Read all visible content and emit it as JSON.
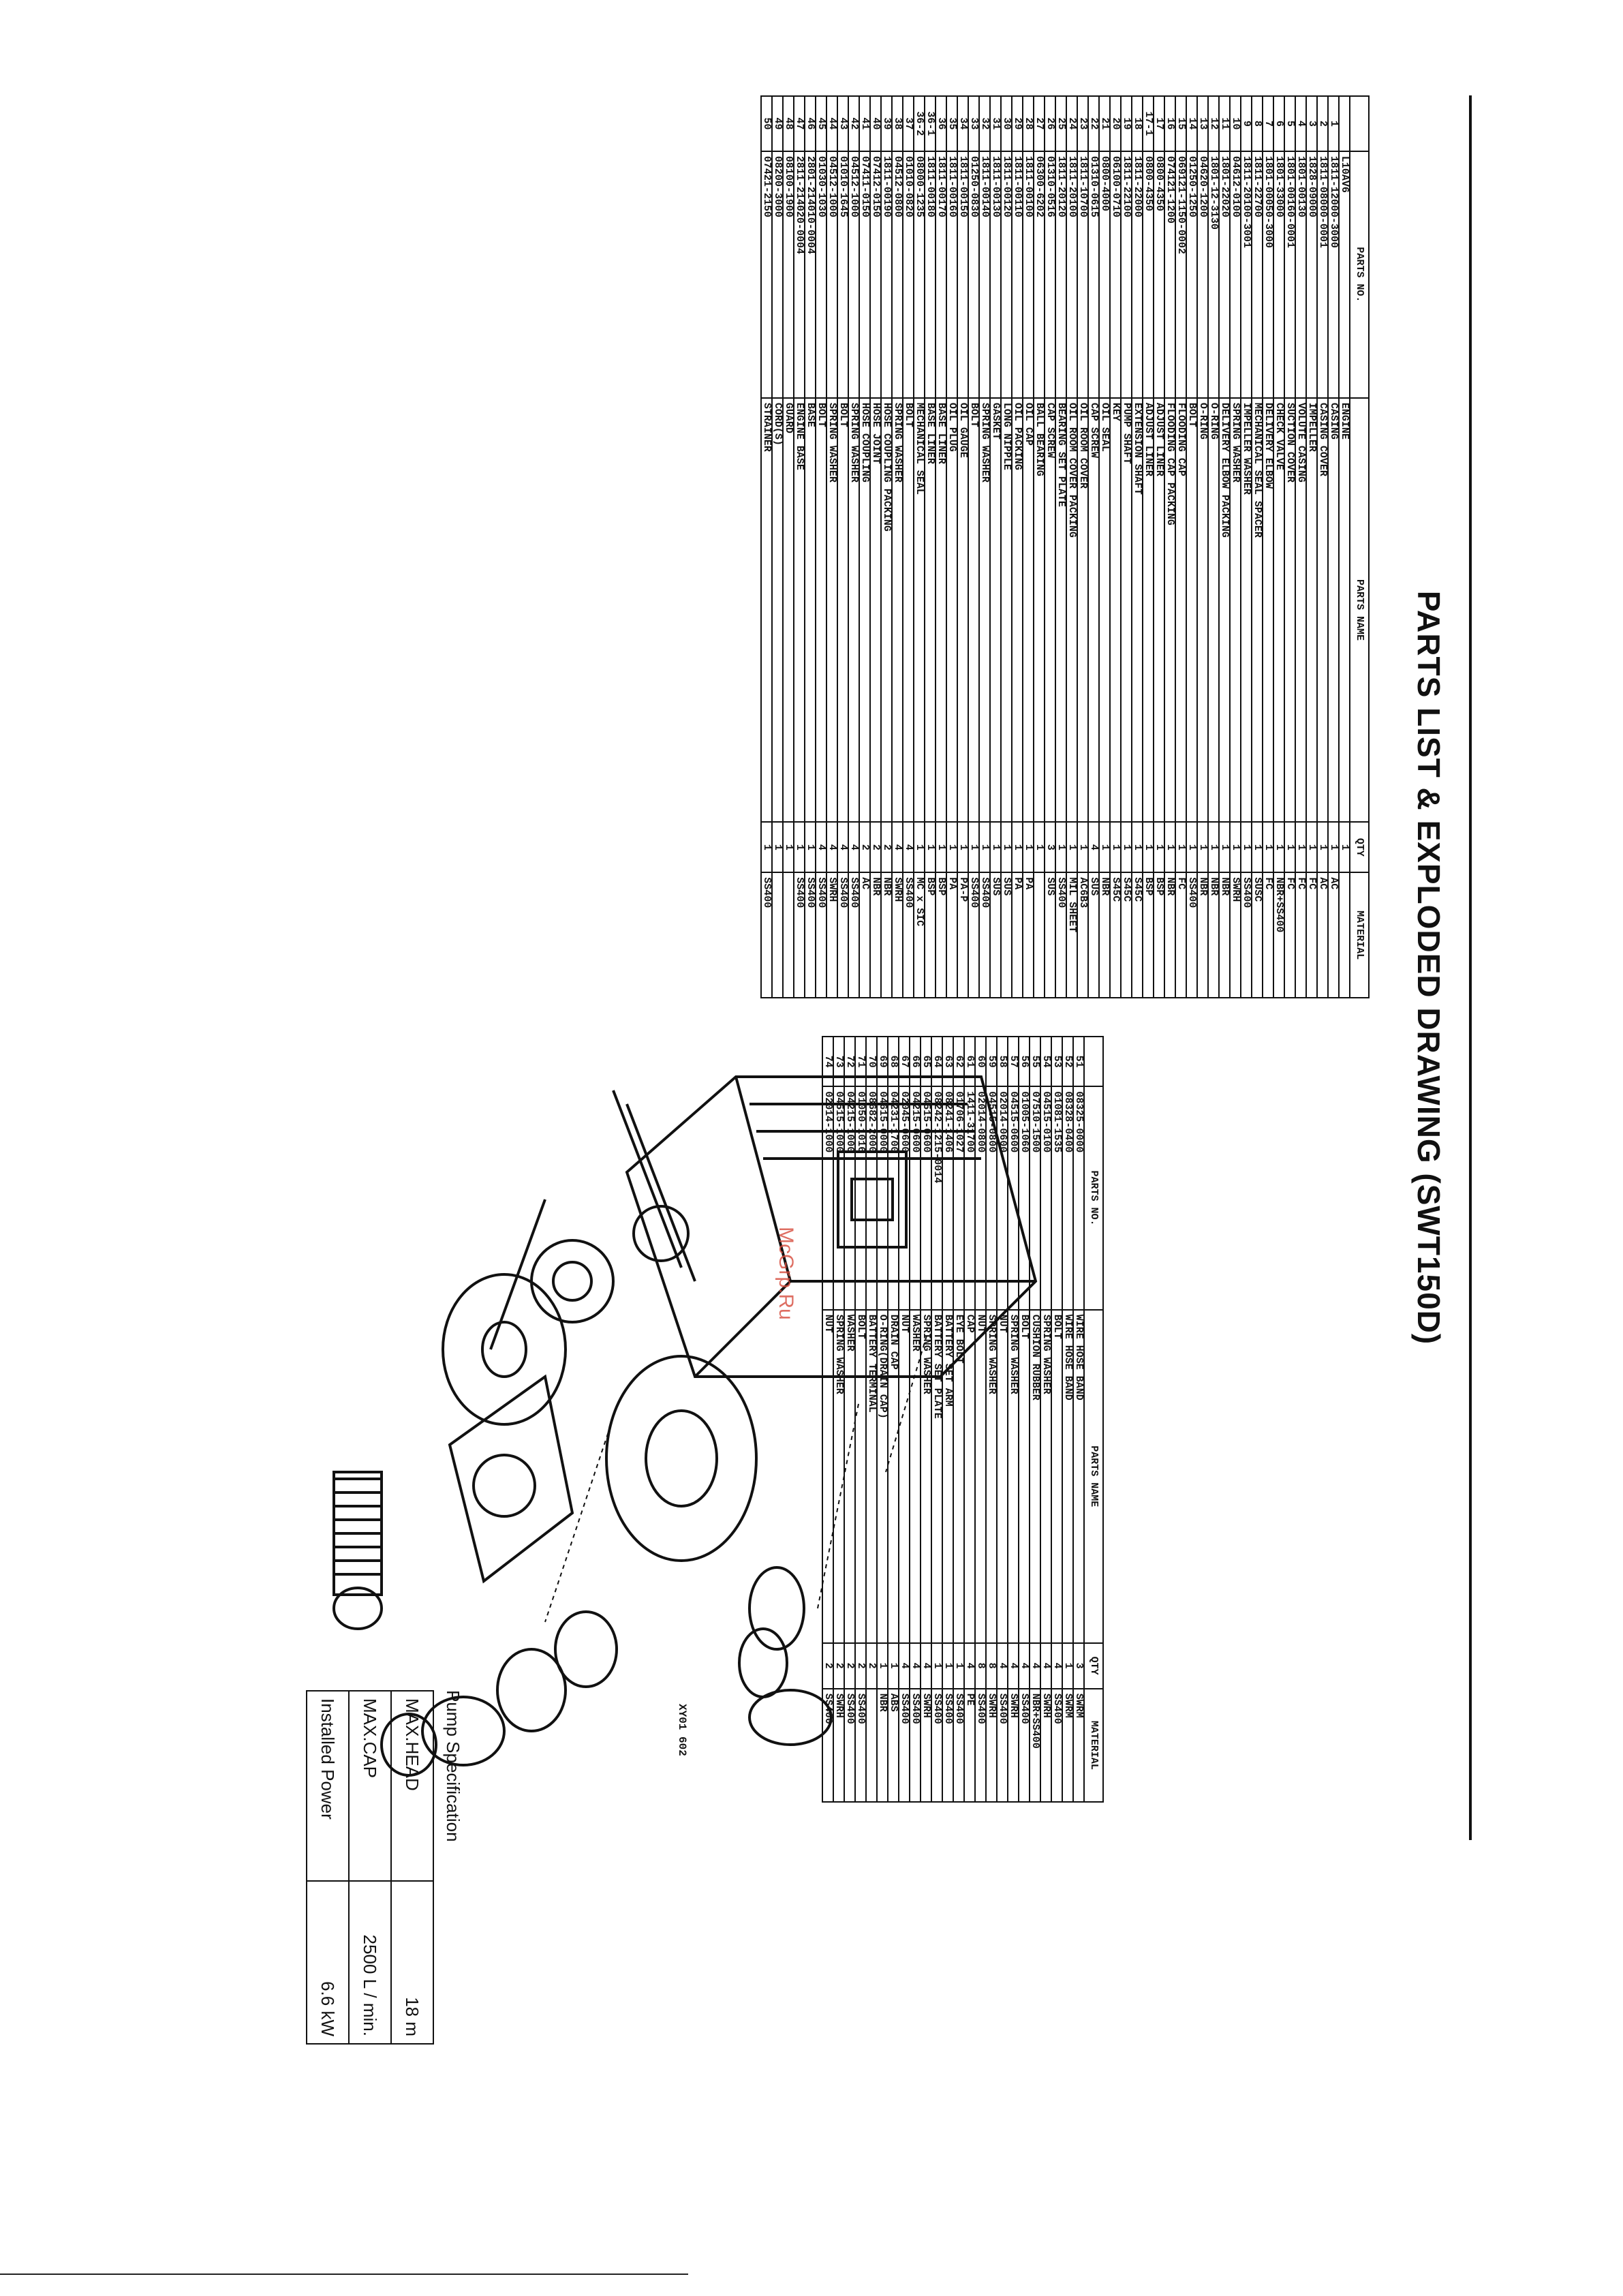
{
  "document": {
    "title": "PARTS LIST & EXPLODED DRAWING (SWT150D)",
    "drawing_code": "XY01 602",
    "watermark": "McGrp.Ru"
  },
  "table_headers": {
    "no": "",
    "part_no": "PARTS NO.",
    "part_name": "PARTS NAME",
    "qty": "QTY",
    "material": "MATERIAL"
  },
  "parts_left": [
    {
      "no": "",
      "part_no": "L10AV6",
      "name": "ENGINE",
      "qty": "1",
      "material": ""
    },
    {
      "no": "1",
      "part_no": "1811-12000-3000",
      "name": "CASING",
      "qty": "1",
      "material": "AC"
    },
    {
      "no": "2",
      "part_no": "1811-08000-0001",
      "name": "CASING COVER",
      "qty": "1",
      "material": "AC"
    },
    {
      "no": "3",
      "part_no": "1828-09000",
      "name": "IMPELLER",
      "qty": "1",
      "material": "FC"
    },
    {
      "no": "4",
      "part_no": "1801-00130",
      "name": "VOLUTE CASING",
      "qty": "1",
      "material": "FC"
    },
    {
      "no": "5",
      "part_no": "1801-00160-0001",
      "name": "SUCTION COVER",
      "qty": "1",
      "material": "FC"
    },
    {
      "no": "6",
      "part_no": "1801-33000",
      "name": "CHECK VALVE",
      "qty": "1",
      "material": "NBR+SS400"
    },
    {
      "no": "7",
      "part_no": "1801-00050-3000",
      "name": "DELIVERY ELBOW",
      "qty": "1",
      "material": "FC"
    },
    {
      "no": "8",
      "part_no": "1811-22700",
      "name": "MECHANICAL SEAL SPACER",
      "qty": "1",
      "material": "SUSC"
    },
    {
      "no": "9",
      "part_no": "1811-20100-3001",
      "name": "IMPELLER WASHER",
      "qty": "1",
      "material": "SS400"
    },
    {
      "no": "10",
      "part_no": "04612-0100",
      "name": "SPRING WASHER",
      "qty": "1",
      "material": "SWRH"
    },
    {
      "no": "11",
      "part_no": "1801-22020",
      "name": "DELIVERY ELBOW PACKING",
      "qty": "1",
      "material": "NBR"
    },
    {
      "no": "12",
      "part_no": "1801-12-3130",
      "name": "O-RING",
      "qty": "1",
      "material": "NBR"
    },
    {
      "no": "13",
      "part_no": "04620-1200",
      "name": "O-RING",
      "qty": "1",
      "material": "NBR"
    },
    {
      "no": "14",
      "part_no": "01250-1250",
      "name": "BOLT",
      "qty": "1",
      "material": "SS400"
    },
    {
      "no": "15",
      "part_no": "069121-1150-0002",
      "name": "FLOODING CAP",
      "qty": "1",
      "material": "FC"
    },
    {
      "no": "16",
      "part_no": "074121-1200",
      "name": "FLOODING CAP PACKING",
      "qty": "1",
      "material": "NBR"
    },
    {
      "no": "17",
      "part_no": "0800-4350",
      "name": "ADJUST LINER",
      "qty": "1",
      "material": "BSP"
    },
    {
      "no": "17-1",
      "part_no": "0800-4350",
      "name": "ADJUST LINER",
      "qty": "1",
      "material": "BSP"
    },
    {
      "no": "18",
      "part_no": "1811-22000",
      "name": "EXTENSION SHAFT",
      "qty": "1",
      "material": "S45C"
    },
    {
      "no": "19",
      "part_no": "1811-22100",
      "name": "PUMP SHAFT",
      "qty": "1",
      "material": "S45C"
    },
    {
      "no": "20",
      "part_no": "06100-0710",
      "name": "KEY",
      "qty": "1",
      "material": "S45C"
    },
    {
      "no": "21",
      "part_no": "0800-4000",
      "name": "OIL SEAL",
      "qty": "1",
      "material": "NBR"
    },
    {
      "no": "22",
      "part_no": "01310-0615",
      "name": "CAP SCREW",
      "qty": "4",
      "material": "SUS"
    },
    {
      "no": "23",
      "part_no": "1811-10700",
      "name": "OIL ROOM COVER",
      "qty": "1",
      "material": "AC6B3"
    },
    {
      "no": "24",
      "part_no": "1811-20100",
      "name": "OIL ROOM COVER PACKING",
      "qty": "1",
      "material": "MIL SHEET"
    },
    {
      "no": "25",
      "part_no": "1811-20120",
      "name": "BEARING SET PLATE",
      "qty": "1",
      "material": "SS400"
    },
    {
      "no": "26",
      "part_no": "01310-0516",
      "name": "CAP SCREW",
      "qty": "3",
      "material": "SUS"
    },
    {
      "no": "27",
      "part_no": "06300-6202",
      "name": "BALL BEARING",
      "qty": "1",
      "material": ""
    },
    {
      "no": "28",
      "part_no": "1811-00100",
      "name": "OIL CAP",
      "qty": "1",
      "material": "PA"
    },
    {
      "no": "29",
      "part_no": "1811-00110",
      "name": "OIL PACKING",
      "qty": "1",
      "material": "PA"
    },
    {
      "no": "30",
      "part_no": "1811-00120",
      "name": "LONG NIPPLE",
      "qty": "1",
      "material": "SUS"
    },
    {
      "no": "31",
      "part_no": "1811-00130",
      "name": "GASKET",
      "qty": "1",
      "material": "SUS"
    },
    {
      "no": "32",
      "part_no": "1811-00140",
      "name": "SPRING WASHER",
      "qty": "1",
      "material": "SS400"
    },
    {
      "no": "33",
      "part_no": "01250-0830",
      "name": "BOLT",
      "qty": "1",
      "material": "SS400"
    },
    {
      "no": "34",
      "part_no": "1811-00150",
      "name": "OIL GAUGE",
      "qty": "1",
      "material": "PA-P"
    },
    {
      "no": "35",
      "part_no": "1811-00160",
      "name": "OIL PLUG",
      "qty": "1",
      "material": "PA"
    },
    {
      "no": "36",
      "part_no": "1811-00170",
      "name": "BASE LINER",
      "qty": "1",
      "material": "BSP"
    },
    {
      "no": "36-1",
      "part_no": "1811-00180",
      "name": "BASE LINER",
      "qty": "1",
      "material": "BSP"
    },
    {
      "no": "36-2",
      "part_no": "08000-1235",
      "name": "MECHANICAL SEAL",
      "qty": "1",
      "material": "MC x SIC"
    },
    {
      "no": "37",
      "part_no": "01010-0820",
      "name": "BOLT",
      "qty": "4",
      "material": "SS400"
    },
    {
      "no": "38",
      "part_no": "04512-0800",
      "name": "SPRING WASHER",
      "qty": "4",
      "material": "SWRH"
    },
    {
      "no": "39",
      "part_no": "1811-00190",
      "name": "HOSE COUPLING PACKING",
      "qty": "2",
      "material": "NBR"
    },
    {
      "no": "40",
      "part_no": "07412-0150",
      "name": "HOSE JOINT",
      "qty": "2",
      "material": "NBR"
    },
    {
      "no": "41",
      "part_no": "07411-0150",
      "name": "HOSE COUPLING",
      "qty": "2",
      "material": "AC"
    },
    {
      "no": "42",
      "part_no": "04512-1000",
      "name": "SPRING WASHER",
      "qty": "4",
      "material": "SS400"
    },
    {
      "no": "43",
      "part_no": "01010-1645",
      "name": "BOLT",
      "qty": "4",
      "material": "SS400"
    },
    {
      "no": "44",
      "part_no": "04512-1000",
      "name": "SPRING WASHER",
      "qty": "4",
      "material": "SWRH"
    },
    {
      "no": "45",
      "part_no": "01030-1030",
      "name": "BOLT",
      "qty": "4",
      "material": "SS400"
    },
    {
      "no": "46",
      "part_no": "2801-214010-0004",
      "name": "BASE",
      "qty": "1",
      "material": "SS400"
    },
    {
      "no": "47",
      "part_no": "2811-214020-0004",
      "name": "ENGINE BASE",
      "qty": "1",
      "material": "SS400"
    },
    {
      "no": "48",
      "part_no": "08100-1900",
      "name": "GUARD",
      "qty": "1",
      "material": ""
    },
    {
      "no": "49",
      "part_no": "08200-3000",
      "name": "CORD(S)",
      "qty": "1",
      "material": ""
    },
    {
      "no": "50",
      "part_no": "07421-2150",
      "name": "STRAINER",
      "qty": "1",
      "material": "SS400"
    }
  ],
  "parts_right": [
    {
      "no": "51",
      "part_no": "08325-0000",
      "name": "WIRE HOSE BAND",
      "qty": "3",
      "material": "SWRM"
    },
    {
      "no": "52",
      "part_no": "08328-0400",
      "name": "WIRE HOSE BAND",
      "qty": "1",
      "material": "SWRM"
    },
    {
      "no": "53",
      "part_no": "01081-1535",
      "name": "BOLT",
      "qty": "4",
      "material": "SS400"
    },
    {
      "no": "54",
      "part_no": "04515-0100",
      "name": "SPRING WASHER",
      "qty": "4",
      "material": "SWRH"
    },
    {
      "no": "55",
      "part_no": "07510-1500",
      "name": "CUSHION RUBBER",
      "qty": "4",
      "material": "NBR+SS400"
    },
    {
      "no": "56",
      "part_no": "01005-1060",
      "name": "BOLT",
      "qty": "4",
      "material": "SS400"
    },
    {
      "no": "57",
      "part_no": "04515-0600",
      "name": "SPRING WASHER",
      "qty": "4",
      "material": "SWRH"
    },
    {
      "no": "58",
      "part_no": "02014-0600",
      "name": "NUT",
      "qty": "4",
      "material": "SS400"
    },
    {
      "no": "59",
      "part_no": "04515-0800",
      "name": "SPRING WASHER",
      "qty": "8",
      "material": "SWRH"
    },
    {
      "no": "60",
      "part_no": "02014-0800",
      "name": "NUT",
      "qty": "8",
      "material": "SS400"
    },
    {
      "no": "61",
      "part_no": "1411-31700",
      "name": "CAP",
      "qty": "4",
      "material": "PE"
    },
    {
      "no": "62",
      "part_no": "01706-1027",
      "name": "EYE BOLT",
      "qty": "1",
      "material": "SS400"
    },
    {
      "no": "63",
      "part_no": "08241-1406",
      "name": "BATTERY SET ARM",
      "qty": "1",
      "material": "SS400"
    },
    {
      "no": "64",
      "part_no": "08242-1215-0014",
      "name": "BATTERY SET PLATE",
      "qty": "1",
      "material": "SS400"
    },
    {
      "no": "65",
      "part_no": "04515-0600",
      "name": "SPRING WASHER",
      "qty": "4",
      "material": "SWRH"
    },
    {
      "no": "66",
      "part_no": "04215-0600",
      "name": "WASHER",
      "qty": "4",
      "material": "SS400"
    },
    {
      "no": "67",
      "part_no": "02045-0600",
      "name": "NUT",
      "qty": "4",
      "material": "SS400"
    },
    {
      "no": "68",
      "part_no": "04231-1700",
      "name": "DRAIN CAP",
      "qty": "1",
      "material": "ABS"
    },
    {
      "no": "69",
      "part_no": "04615-0000",
      "name": "O-RING(DRAIN CAP)",
      "qty": "1",
      "material": "NBR"
    },
    {
      "no": "70",
      "part_no": "08682-2000",
      "name": "BATTERY TERMINAL",
      "qty": "2",
      "material": ""
    },
    {
      "no": "71",
      "part_no": "01050-1016",
      "name": "BOLT",
      "qty": "2",
      "material": "SS400"
    },
    {
      "no": "72",
      "part_no": "04215-1000",
      "name": "WASHER",
      "qty": "2",
      "material": "SS400"
    },
    {
      "no": "73",
      "part_no": "04515-1000",
      "name": "SPRING WASHER",
      "qty": "2",
      "material": "SWRH"
    },
    {
      "no": "74",
      "part_no": "02014-1000",
      "name": "NUT",
      "qty": "2",
      "material": "SS400"
    }
  ],
  "pump_spec": {
    "title": "Pump Specification",
    "rows": [
      {
        "label": "MAX.HEAD",
        "value": "18 m"
      },
      {
        "label": "MAX.CAP",
        "value": "2500 L / min."
      },
      {
        "label": "Installed Power",
        "value": "6.6 kW"
      }
    ]
  }
}
